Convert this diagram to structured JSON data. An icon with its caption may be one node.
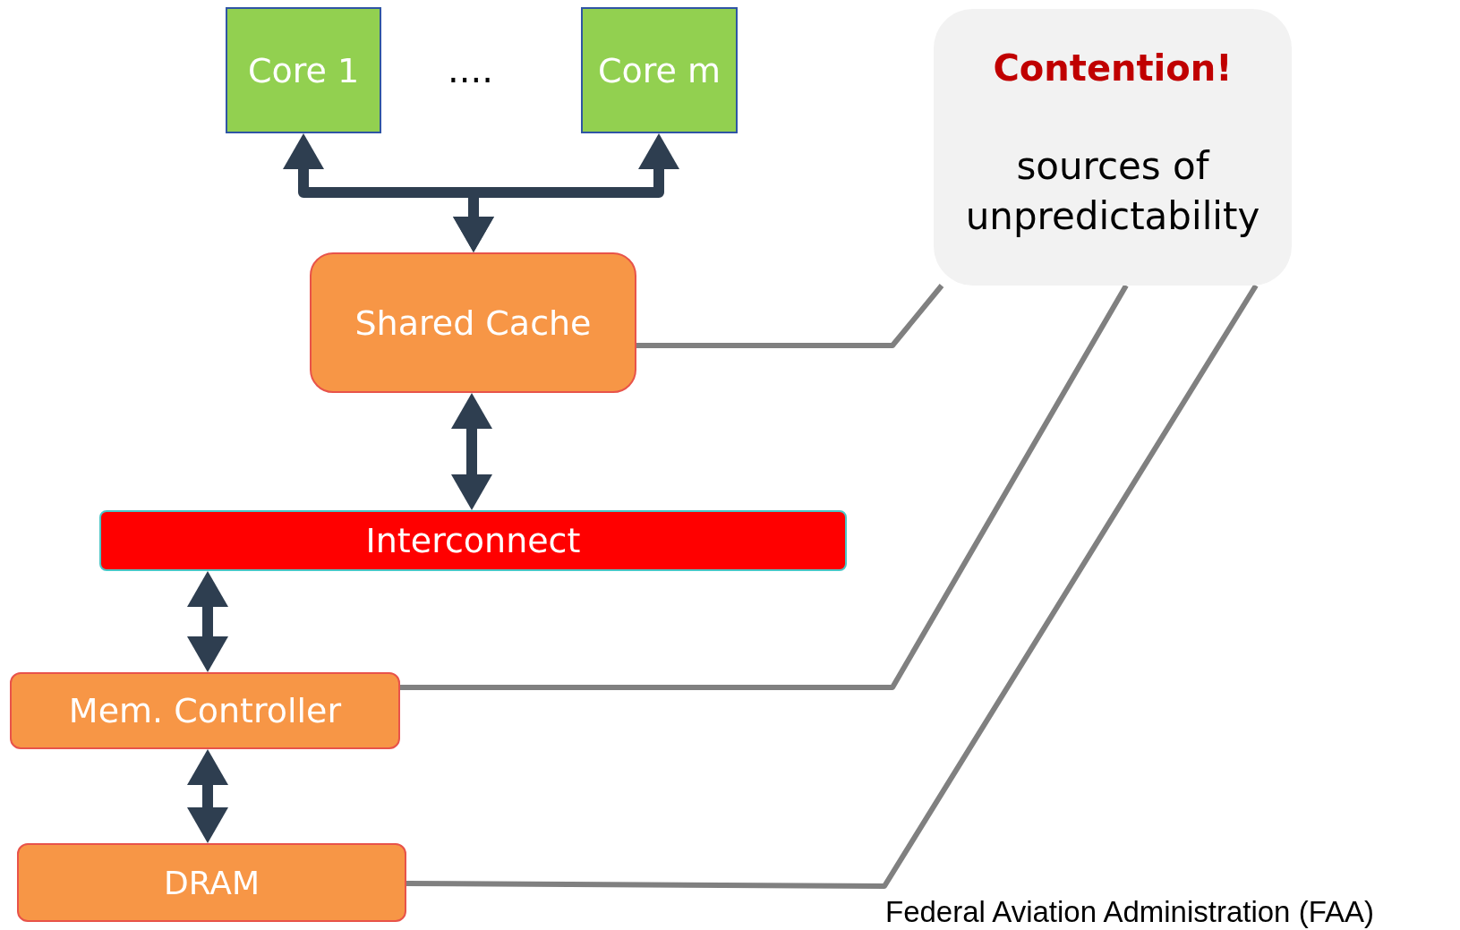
{
  "diagram": {
    "nodes": [
      {
        "text": [
          "Core 1"
        ]
      },
      {
        "text": [
          "Core m"
        ]
      },
      {
        "text": [
          "Shared Cache"
        ]
      },
      {
        "text": [
          "Interconnect"
        ]
      },
      {
        "text": [
          "Mem. Controller"
        ]
      },
      {
        "text": [
          "DRAM"
        ]
      },
      {
        "text": [
          "Contention!",
          "sources of unpredictability"
        ]
      }
    ],
    "edges": [
      {
        "from": 2,
        "to": 0,
        "arrow": "both"
      },
      {
        "from": 2,
        "to": 1,
        "arrow": "both"
      },
      {
        "from": 2,
        "to": 3,
        "arrow": "both"
      },
      {
        "from": 3,
        "to": 4,
        "arrow": "both"
      },
      {
        "from": 4,
        "to": 5,
        "arrow": "both"
      },
      {
        "from": 6,
        "to": 2,
        "arrow": "none",
        "color": "#808080"
      },
      {
        "from": 6,
        "to": 4,
        "arrow": "none",
        "color": "#808080"
      },
      {
        "from": 6,
        "to": 5,
        "arrow": "none",
        "color": "#808080"
      }
    ],
    "labels": [
      "....",
      "Federal Aviation Administration (FAA)"
    ]
  }
}
